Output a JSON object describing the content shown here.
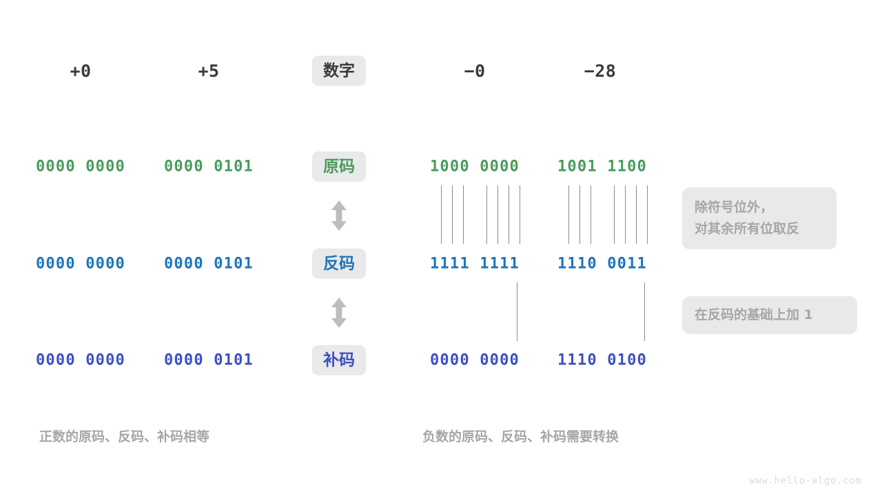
{
  "meta": {
    "watermark": "www.hello-algo.com"
  },
  "colors": {
    "true_form": "#4a9a5e",
    "ones_complement": "#1b75bc",
    "twos_complement": "#3b4fc4",
    "header_text": "#3a3a3a",
    "badge_bg": "#e9e9e9",
    "note_text": "#a6a6a6",
    "connector_line": "#8a8a8a",
    "arrow": "#bdbdbd",
    "background": "#ffffff"
  },
  "header": {
    "label_badge": "数字",
    "numbers": {
      "pos_zero": "+0",
      "pos_five": "+5",
      "neg_zero": "−0",
      "neg_twentyeight": "−28"
    }
  },
  "rows": [
    {
      "badge": "原码",
      "color_key": "true_form",
      "values": {
        "pos_zero": "0000 0000",
        "pos_five": "0000 0101",
        "neg_zero": "1000 0000",
        "neg_twentyeight": "1001 1100"
      }
    },
    {
      "badge": "反码",
      "color_key": "ones_complement",
      "values": {
        "pos_zero": "0000 0000",
        "pos_five": "0000 0101",
        "neg_zero": "1111 1111",
        "neg_twentyeight": "1110 0011"
      }
    },
    {
      "badge": "补码",
      "color_key": "twos_complement",
      "values": {
        "pos_zero": "0000 0000",
        "pos_five": "0000 0101",
        "neg_zero": "0000 0000",
        "neg_twentyeight": "1110 0100"
      }
    }
  ],
  "arrows": {
    "top": "up-down-arrow",
    "bottom": "up-down-arrow"
  },
  "notes": {
    "invert_bits": "除符号位外，\n对其余所有位取反",
    "add_one": "在反码的基础上加  1"
  },
  "captions": {
    "positive": "正数的原码、反码、补码相等",
    "negative": "负数的原码、反码、补码需要转换"
  }
}
